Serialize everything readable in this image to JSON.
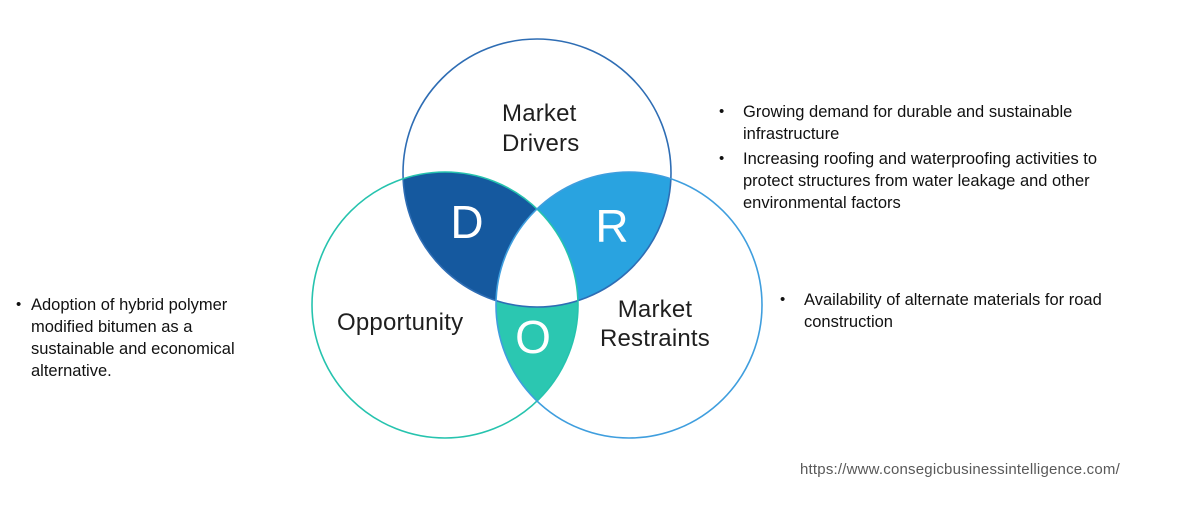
{
  "venn": {
    "drivers": {
      "label_line1": "Market",
      "label_line2": "Drivers",
      "letter": "D"
    },
    "opportunity": {
      "label": "Opportunity",
      "letter": "O"
    },
    "restraints": {
      "label_line1": "Market",
      "label_line2": "Restraints",
      "letter": "R"
    }
  },
  "notes": {
    "drivers": [
      "Growing demand for durable and sustainable infrastructure",
      "Increasing roofing and waterproofing activities to protect structures from water leakage and other environmental factors"
    ],
    "restraints": [
      "Availability of alternate materials for road construction"
    ],
    "opportunity": [
      "Adoption of hybrid polymer modified bitumen as a sustainable and economical alternative."
    ]
  },
  "bullet_char": "•",
  "footer": {
    "url": "https://www.consegicbusinessintelligence.com/"
  },
  "colors": {
    "drivers_fill": "#15599F",
    "restraints_fill": "#29A3E0",
    "opportunity_fill": "#2BC7B1",
    "drivers_stroke": "#2E6DB4",
    "opportunity_stroke": "#26C3AE",
    "restraints_stroke": "#3F9EDE",
    "triple_center_fill": "#FFFFFF",
    "letter_text": "#FFFFFF",
    "label_text": "#1F1F1F",
    "note_text": "#111111",
    "url_text": "#595959"
  }
}
